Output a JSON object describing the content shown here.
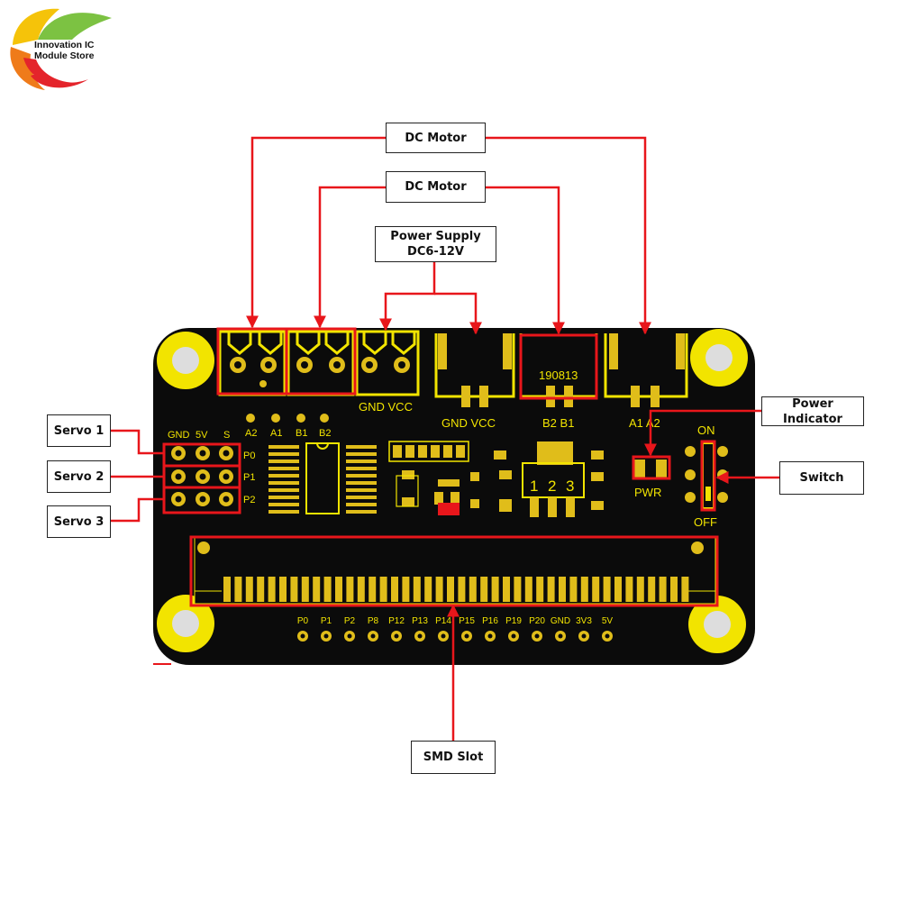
{
  "logo": {
    "line1": "Innovation IC",
    "line2": "Module Store",
    "colors": {
      "green": "#7cc242",
      "yellow": "#f5c30a",
      "orange": "#ef7b1a",
      "red": "#e4242b"
    }
  },
  "colors": {
    "pcb": "#0b0b0b",
    "silk": "#f2e400",
    "pad": "#e0bd1a",
    "arrow": "#e8161b"
  },
  "callouts": {
    "dc_motor_1": "DC Motor",
    "dc_motor_2": "DC Motor",
    "power_supply_line1": "Power Supply",
    "power_supply_line2": "DC6-12V",
    "servo_1": "Servo 1",
    "servo_2": "Servo 2",
    "servo_3": "Servo 3",
    "power_indicator": "Power Indicator",
    "switch": "Switch",
    "smd_slot": "SMD Slot"
  },
  "board": {
    "motor_labels_left": [
      "A2",
      "A1",
      "B1",
      "B2"
    ],
    "gnd_vcc_left": [
      "GND",
      "VCC"
    ],
    "gnd_vcc_right": [
      "GND",
      "VCC"
    ],
    "motor_labels_right": [
      "B2",
      "B1",
      "A1",
      "A2"
    ],
    "date_code": "190813",
    "servo_header": [
      "GND",
      "5V",
      "S"
    ],
    "servo_rows": [
      "P0",
      "P1",
      "P2"
    ],
    "regulator_pins": [
      "1",
      "2",
      "3"
    ],
    "pwr_label": "PWR",
    "switch_on": "ON",
    "switch_off": "OFF",
    "edge_pins": [
      "P0",
      "P1",
      "P2",
      "P8",
      "P12",
      "P13",
      "P14",
      "P15",
      "P16",
      "P19",
      "P20",
      "GND",
      "3V3",
      "5V"
    ]
  }
}
